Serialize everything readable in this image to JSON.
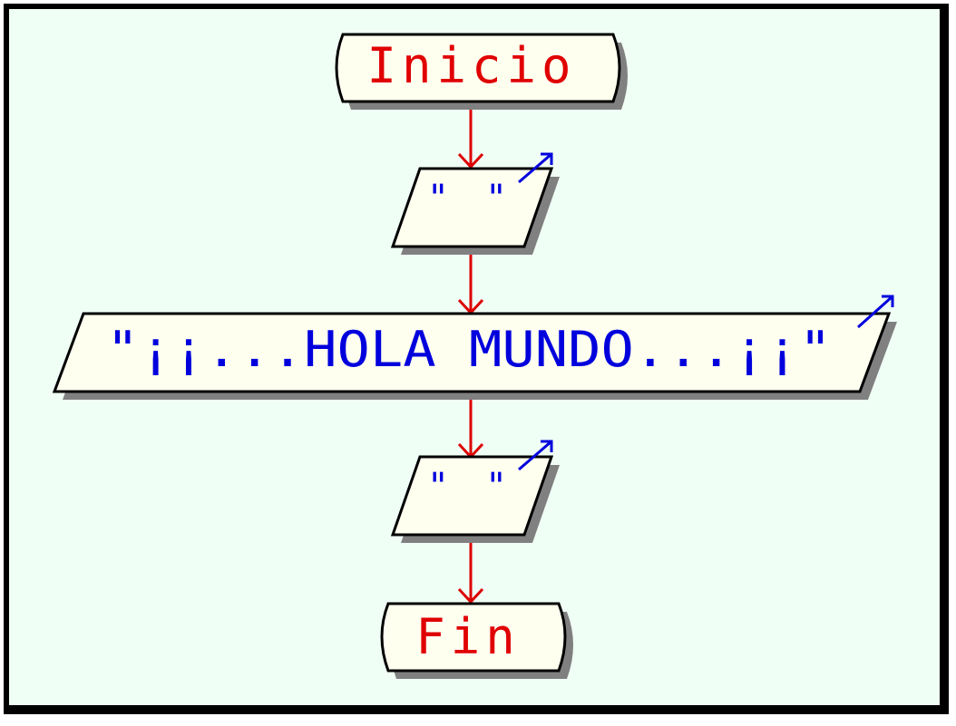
{
  "diagram": {
    "start_label": "Inicio",
    "output_1_label": "\" \"",
    "output_2_label": "\"¡¡...HOLA MUNDO...¡¡\"",
    "output_3_label": "\" \"",
    "end_label": "Fin"
  },
  "colors": {
    "canvas_background": "#f0fff6",
    "shape_fill": "#fffff0",
    "shape_stroke": "#000000",
    "shadow": "#808080",
    "terminal_text": "#e00000",
    "output_text": "#0000dd",
    "arrow": "#dd0000",
    "output_indicator": "#0000dd"
  }
}
